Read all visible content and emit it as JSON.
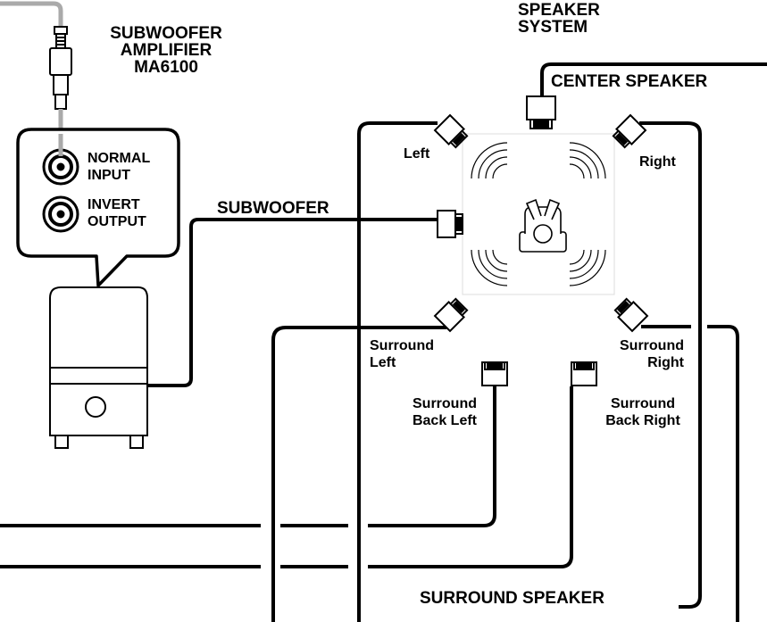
{
  "titles": {
    "speaker_system": [
      "SPEAKER",
      "SYSTEM"
    ],
    "amplifier": [
      "SUBWOOFER",
      "AMPLIFIER",
      "MA6100"
    ]
  },
  "amplifier_panel": {
    "normal_input": [
      "NORMAL",
      "INPUT"
    ],
    "invert_output": [
      "INVERT",
      "OUTPUT"
    ]
  },
  "connections": {
    "subwoofer": "SUBWOOFER",
    "center_speaker": "CENTER SPEAKER",
    "surround_speaker": "SURROUND SPEAKER"
  },
  "speakers": {
    "left": "Left",
    "right": "Right",
    "surround_left": [
      "Surround",
      "Left"
    ],
    "surround_right": [
      "Surround",
      "Right"
    ],
    "surround_back_left": [
      "Surround",
      "Back Left"
    ],
    "surround_back_right": [
      "Surround",
      "Back Right"
    ]
  },
  "colors": {
    "line": "#000000",
    "cable": "#999999",
    "background": "#ffffff"
  }
}
